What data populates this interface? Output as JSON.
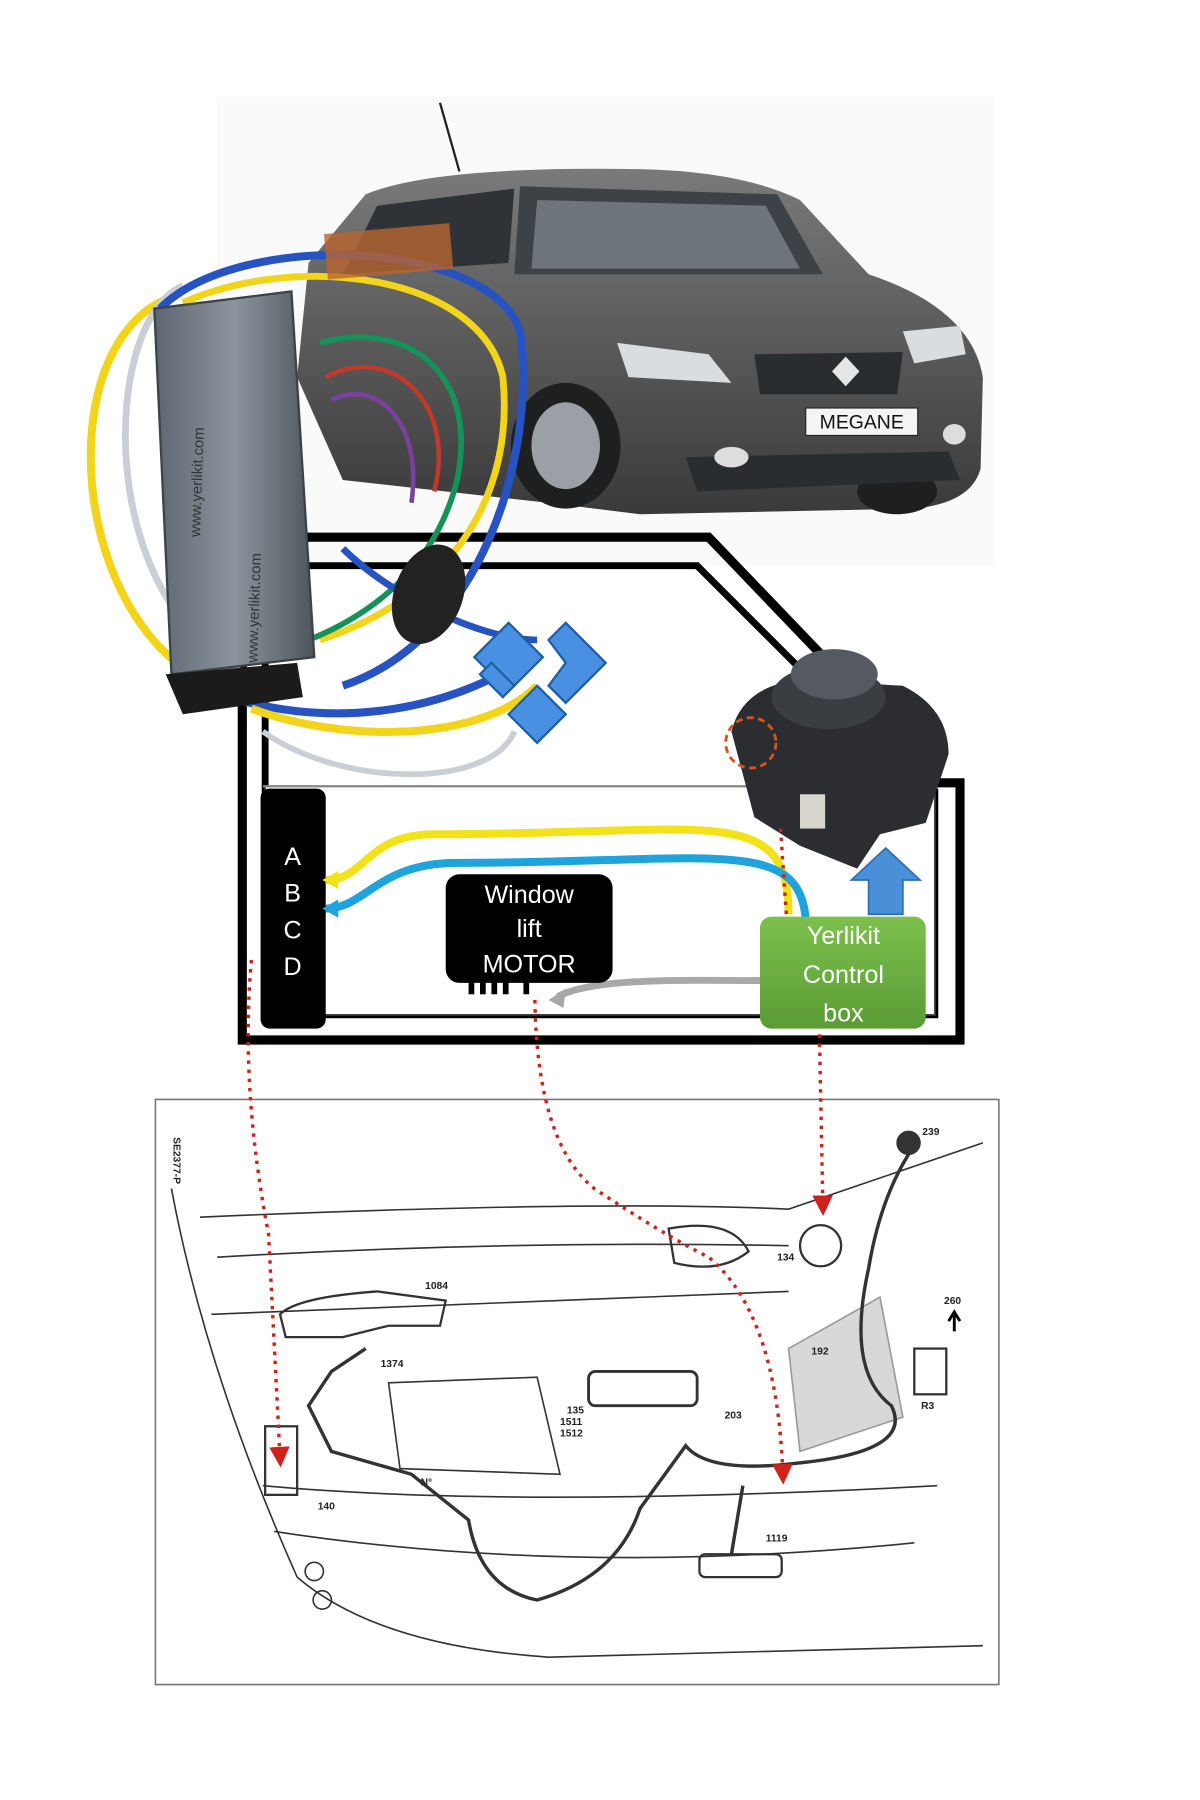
{
  "car": {
    "badge": "MEGANE"
  },
  "module": {
    "print": "www.yerlikit.com"
  },
  "connector": {
    "pins": [
      "A",
      "B",
      "C",
      "D"
    ]
  },
  "motor": {
    "lines": [
      "Window",
      "lift",
      "MOTOR"
    ]
  },
  "control_box": {
    "lines": [
      "Yerlikit",
      "Control",
      "box"
    ]
  },
  "door_diagram": {
    "ref": "SE2377-P",
    "callouts": {
      "c239": "239",
      "c134": "134",
      "c1084": "1084",
      "c1374": "1374",
      "c260": "260",
      "c192": "192",
      "c135": "135",
      "c1511": "1511",
      "c1512": "1512",
      "c203": "203",
      "cR3": "R3",
      "cN": "N°",
      "c140": "140",
      "c1119": "1119"
    }
  },
  "colors": {
    "yellow_wire": "#f2e21a",
    "blue_wire": "#1fa3dc",
    "control_box": "#6db33f",
    "arrow_blue": "#4a90d9",
    "dotted_red": "#d0211b"
  }
}
